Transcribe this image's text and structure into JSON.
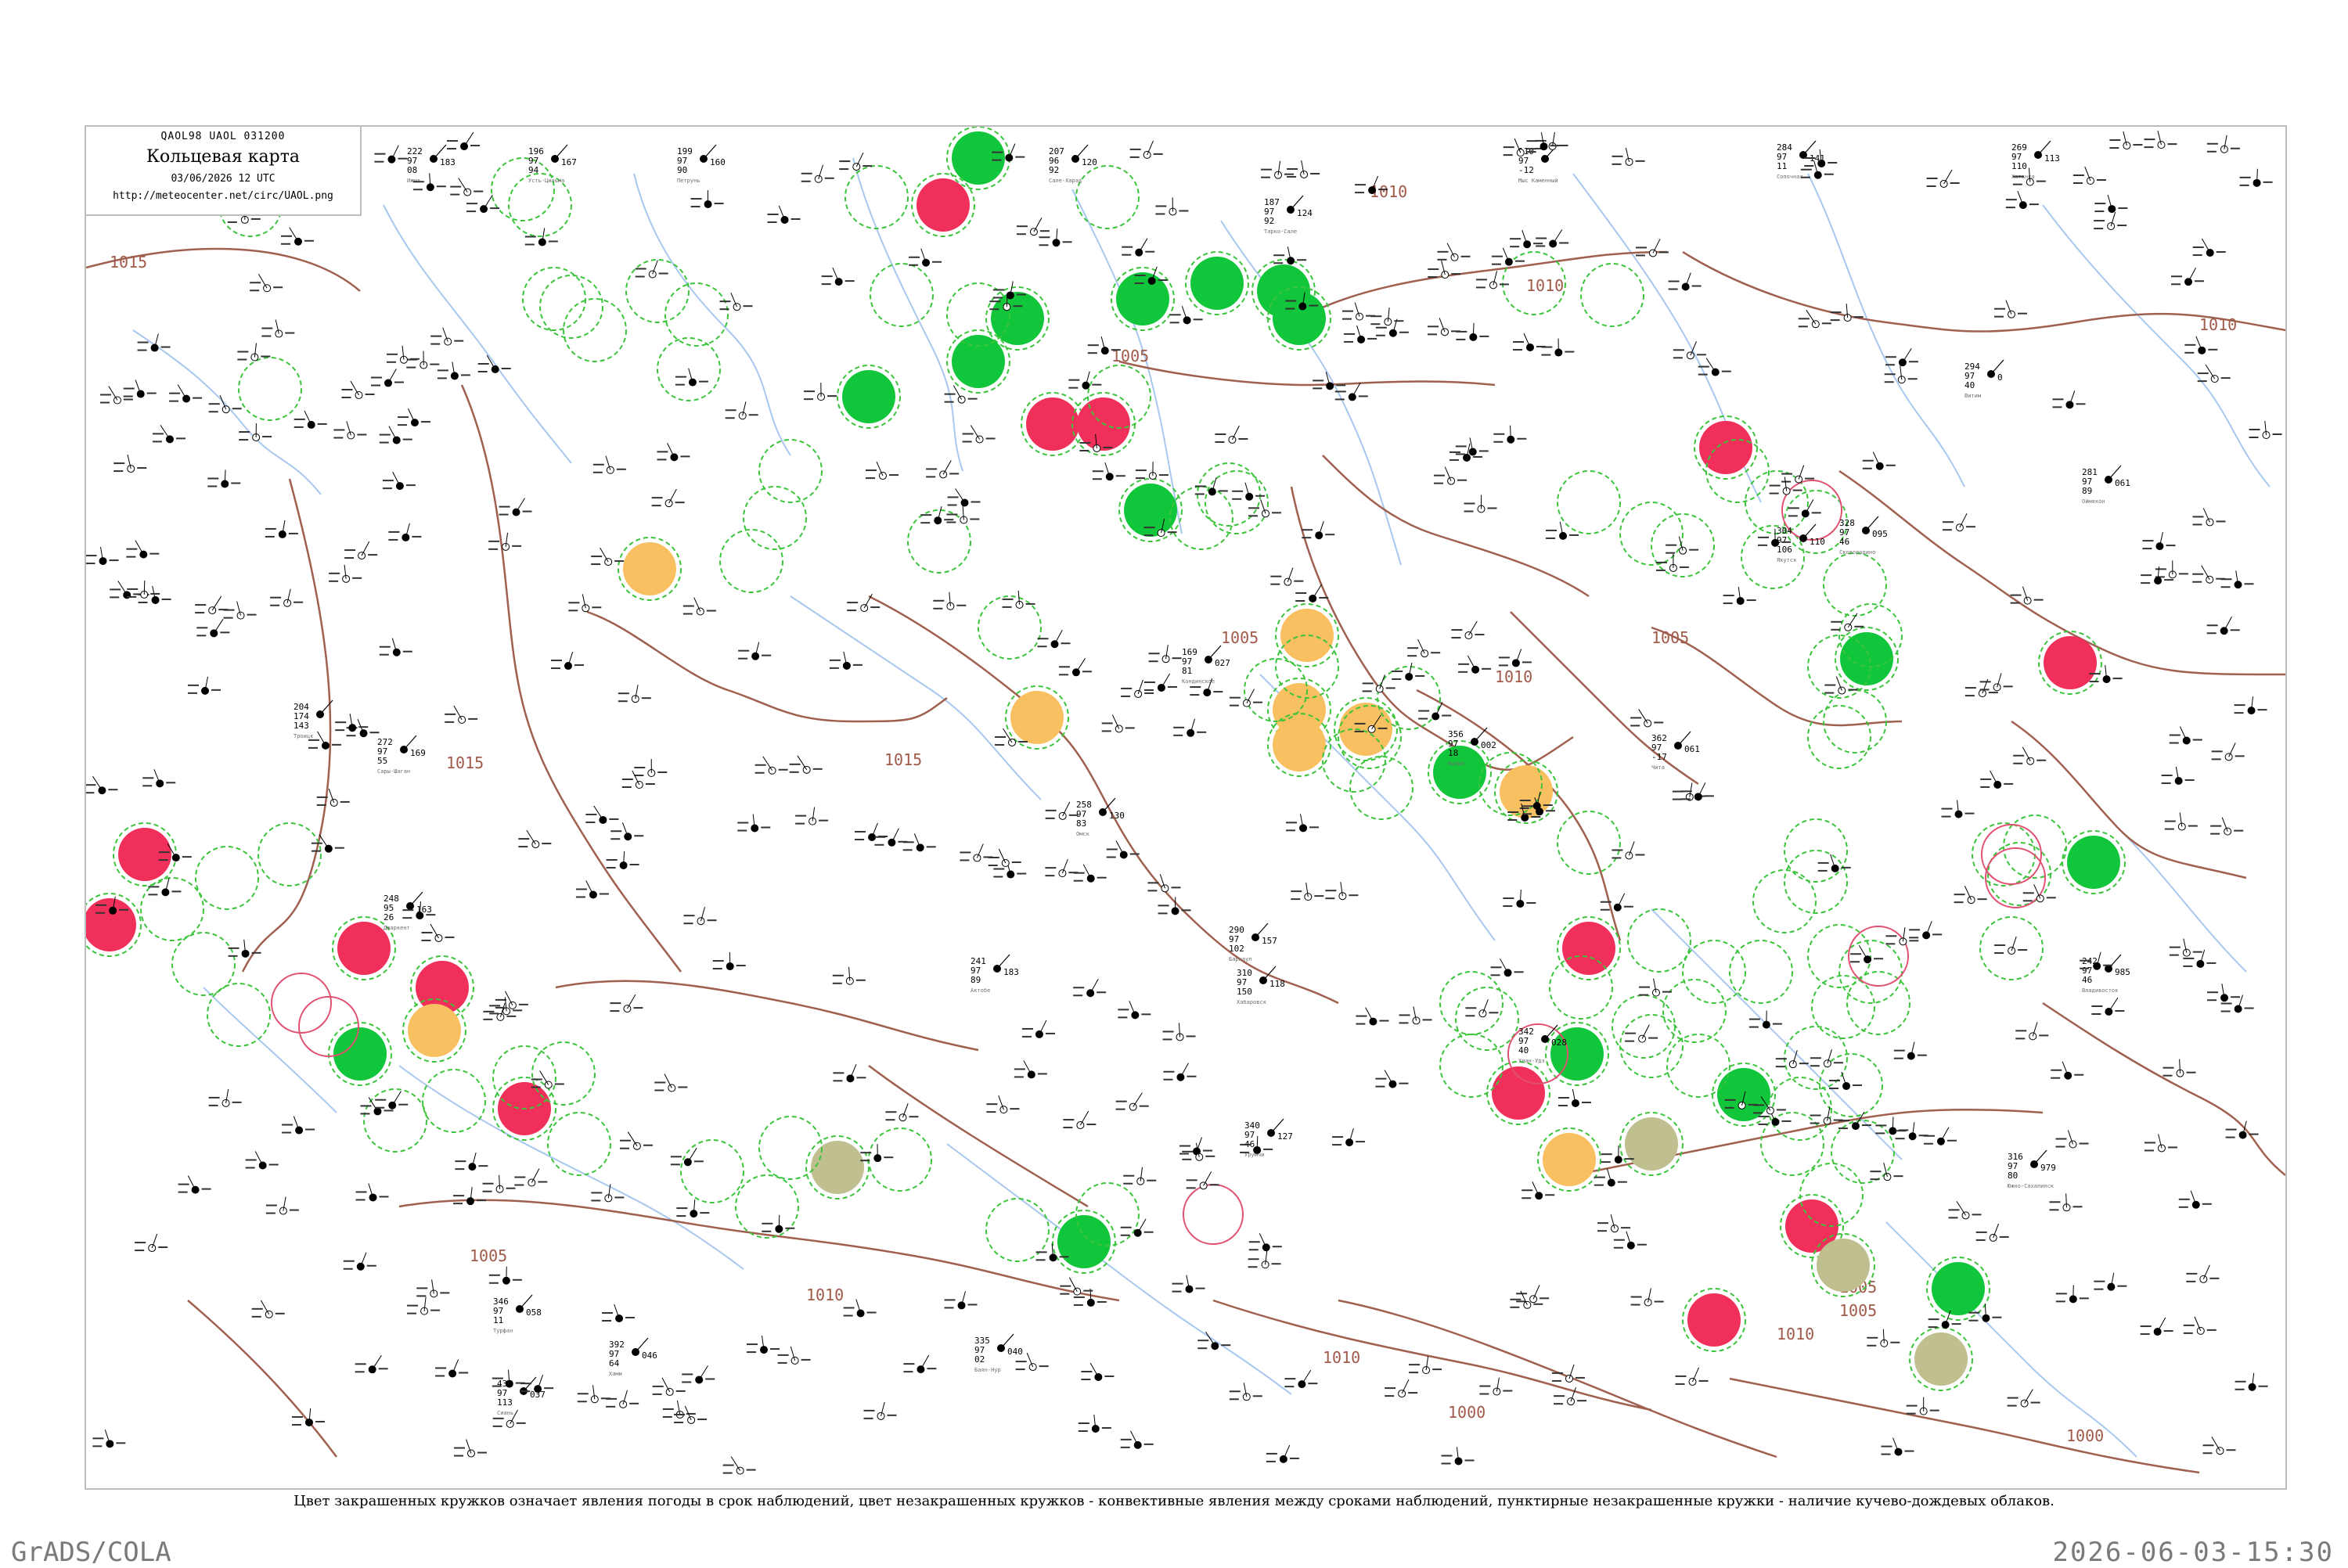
{
  "header": {
    "code": "QAOL98  UAOL  031200",
    "title": "Кольцевая карта",
    "date": "03/06/2026 12 UTC",
    "url": "http://meteocenter.net/circ/UAOL.png"
  },
  "caption": "Цвет закрашенных кружков означает явления погоды в срок наблюдений, цвет незакрашенных кружков - конвективные явления между сроками наблюдений, пунктирные незакрашенные кружки - наличие кучево-дождевых облаков.",
  "footer": {
    "left": "GrADS/COLA",
    "right": "2026-06-03-15:30"
  },
  "colors": {
    "isobar": "#a0604f",
    "river": "#a8c8f0",
    "green_fill": "#11c63a",
    "red_fill": "#f0305a",
    "orange_fill": "#f8c060",
    "olive_fill": "#bfbf90",
    "dashed_green": "#3cc43c",
    "ring_red": "#e05070"
  },
  "isobar_labels": [
    "1015",
    "1010",
    "1005",
    "1000",
    "1010",
    "1005",
    "1010",
    "1005",
    "1015",
    "1015",
    "1010",
    "1005",
    "1010",
    "1010",
    "1005",
    "1000",
    "1010",
    "1005"
  ],
  "stations": [
    {
      "top": "222",
      "mid": "97",
      "bot": "08",
      "r": "183",
      "name": "Ижма"
    },
    {
      "top": "196",
      "mid": "97",
      "bot": "94",
      "r": "167",
      "name": "Усть-Цильма"
    },
    {
      "top": "199",
      "mid": "97",
      "bot": "90",
      "r": "160",
      "name": "Петрунь"
    },
    {
      "top": "207",
      "mid": "96",
      "bot": "92",
      "r": "120",
      "name": "Сале-Харад"
    },
    {
      "top": "110",
      "mid": "97",
      "bot": "-12",
      "r": "",
      "name": "Мыс Каменный"
    },
    {
      "top": "284",
      "mid": "97",
      "bot": "11",
      "r": "141",
      "name": "Сопочная"
    },
    {
      "top": "269",
      "mid": "97",
      "bot": "110",
      "r": "113",
      "name": "Хатанга"
    },
    {
      "top": "187",
      "mid": "97",
      "bot": "92",
      "r": "124",
      "name": "Тарко-Сале"
    },
    {
      "top": "169",
      "mid": "97",
      "bot": "81",
      "r": "027",
      "name": "Кондинское"
    },
    {
      "top": "204",
      "mid": "174",
      "bot": "143",
      "r": "",
      "name": "Троицк"
    },
    {
      "top": "258",
      "mid": "97",
      "bot": "83",
      "r": "130",
      "name": "Омск"
    },
    {
      "top": "241",
      "mid": "97",
      "bot": "89",
      "r": "183",
      "name": "Актобе"
    },
    {
      "top": "272",
      "mid": "97",
      "bot": "55",
      "r": "169",
      "name": "Сары-Шаган"
    },
    {
      "top": "248",
      "mid": "95",
      "bot": "26",
      "r": "163",
      "name": "Джаркент"
    },
    {
      "top": "290",
      "mid": "97",
      "bot": "102",
      "r": "157",
      "name": "Барнаул"
    },
    {
      "top": "356",
      "mid": "97",
      "bot": "18",
      "r": "002",
      "name": "Кызыл"
    },
    {
      "top": "362",
      "mid": "97",
      "bot": "-17",
      "r": "061",
      "name": "Чита"
    },
    {
      "top": "310",
      "mid": "97",
      "bot": "150",
      "r": "118",
      "name": "Хабаровск"
    },
    {
      "top": "342",
      "mid": "97",
      "bot": "40",
      "r": "028",
      "name": "Улан-Удэ"
    },
    {
      "top": "328",
      "mid": "97",
      "bot": "46",
      "r": "095",
      "name": "Сковородино"
    },
    {
      "top": "304",
      "mid": "97",
      "bot": "106",
      "r": "110",
      "name": "Якутск"
    },
    {
      "top": "294",
      "mid": "97",
      "bot": "40",
      "r": "0",
      "name": "Витим"
    },
    {
      "top": "281",
      "mid": "97",
      "bot": "89",
      "r": "061",
      "name": "Оймякон"
    },
    {
      "top": "242",
      "mid": "97",
      "bot": "46",
      "r": "985",
      "name": "Владивосток"
    },
    {
      "top": "316",
      "mid": "97",
      "bot": "80",
      "r": "979",
      "name": "Южно-Сахалинск"
    },
    {
      "top": "340",
      "mid": "97",
      "bot": "46",
      "r": "127",
      "name": "Урумчи"
    },
    {
      "top": "392",
      "mid": "97",
      "bot": "64",
      "r": "046",
      "name": "Хами"
    },
    {
      "top": "335",
      "mid": "97",
      "bot": "02",
      "r": "040",
      "name": "Баян-Нур"
    },
    {
      "top": "436",
      "mid": "97",
      "bot": "113",
      "r": "037",
      "name": "Сиань"
    },
    {
      "top": "346",
      "mid": "97",
      "bot": "11",
      "r": "058",
      "name": "Турфан"
    }
  ],
  "map": {
    "description_visible": false
  }
}
